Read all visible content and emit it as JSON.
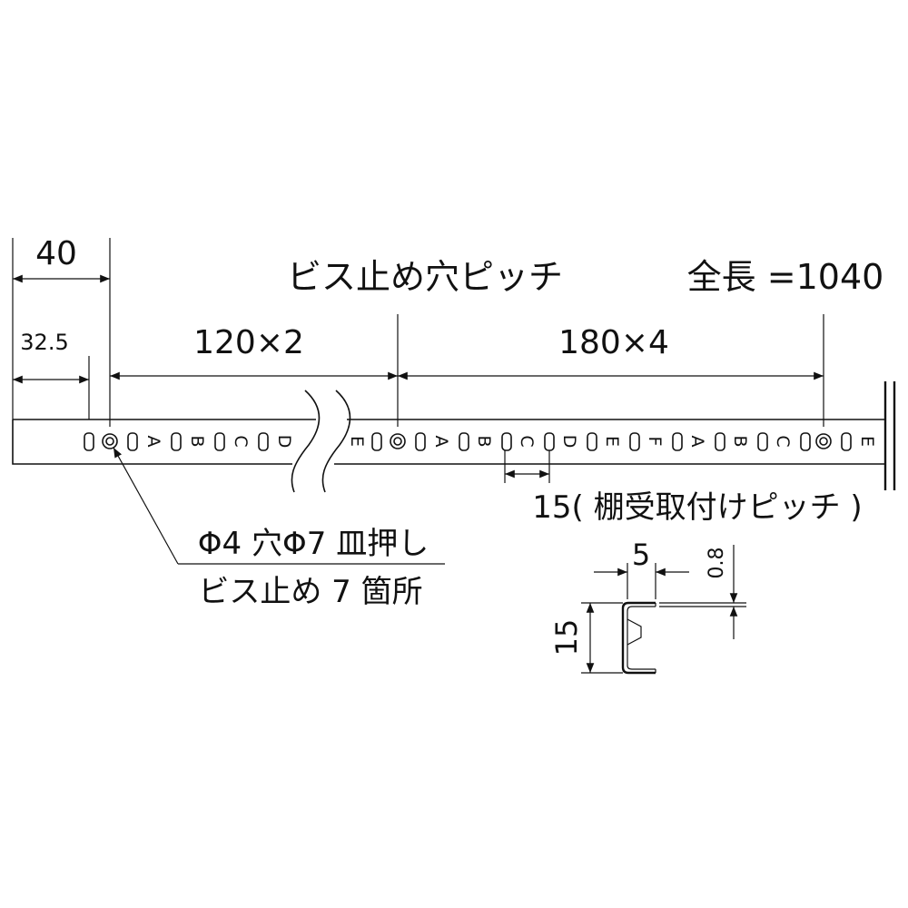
{
  "dims": {
    "d40": "40",
    "d32_5": "32.5",
    "d120x2": "120×2",
    "d180x4": "180×4",
    "screw_pitch_label": "ビス止め穴ピッチ",
    "total_length": "全長 =1040",
    "shelf_pitch": "15( 棚受取付けピッチ )"
  },
  "notes": {
    "hole_line1": "Φ4 穴Φ7 皿押し",
    "hole_line2": "ビス止め 7 箇所"
  },
  "rail_letters_left": [
    "A",
    "B",
    "C",
    "D"
  ],
  "rail_letters_right": [
    "E",
    "A",
    "B",
    "C",
    "D",
    "E",
    "F",
    "A",
    "B",
    "C",
    "E"
  ],
  "section": {
    "width": "5",
    "thickness": "0.8",
    "height": "15"
  }
}
